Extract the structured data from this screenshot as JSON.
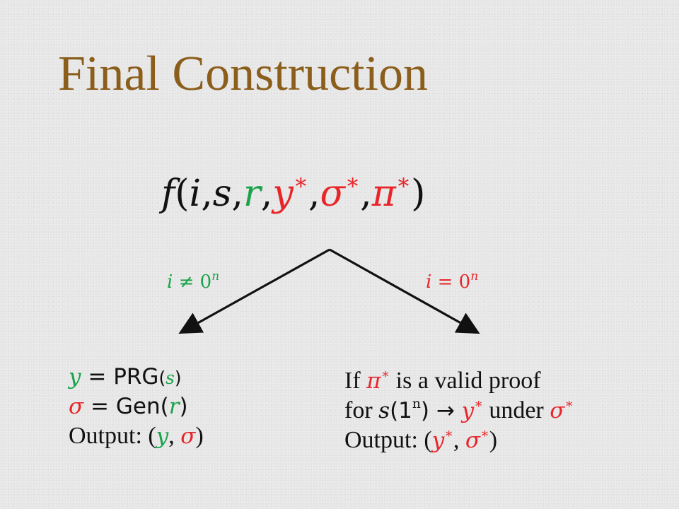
{
  "slide": {
    "title": "Final Construction",
    "colors": {
      "title": "#8b5e1c",
      "green": "#1aa34a",
      "red": "#e8262a",
      "text": "#111111",
      "background": "#e6e6e6"
    },
    "formula": {
      "func": "f",
      "open": "(",
      "i": "i",
      "comma": ",",
      "s": "s",
      "r": "r",
      "y": "y",
      "sigma": "σ",
      "pi": "π",
      "star": "∗",
      "close": ")"
    },
    "branches": {
      "left_condition": {
        "var": "i",
        "rel": " ≠ 0",
        "exp": "n"
      },
      "right_condition": {
        "var": "i",
        "rel": " = 0",
        "exp": "n"
      }
    },
    "left_output": {
      "line1": {
        "var": "y",
        "eq": " = PRG",
        "arg_open": "(",
        "arg": "s",
        "arg_close": ")"
      },
      "line2": {
        "var": "σ",
        "eq": " = Gen",
        "arg_open": "(",
        "arg": "r",
        "arg_close": ")"
      },
      "line3": {
        "label": "Output: ",
        "open": "(",
        "y": "y",
        "comma": ", ",
        "sigma": "σ",
        "close": ")"
      }
    },
    "right_output": {
      "line1": {
        "if": "If ",
        "pi": "π",
        "star": "∗",
        "rest": " is a valid proof"
      },
      "line2": {
        "for": "for ",
        "s": "s",
        "arg": "(1",
        "exp": "n",
        "arrow": ") → ",
        "y": "y",
        "star": "∗",
        "under": " under ",
        "sigma": "σ",
        "star2": "∗"
      },
      "line3": {
        "label": "Output: ",
        "open": "(",
        "y": "y",
        "star": "∗",
        "comma": ", ",
        "sigma": "σ",
        "star2": "∗",
        "close": ")"
      }
    }
  }
}
